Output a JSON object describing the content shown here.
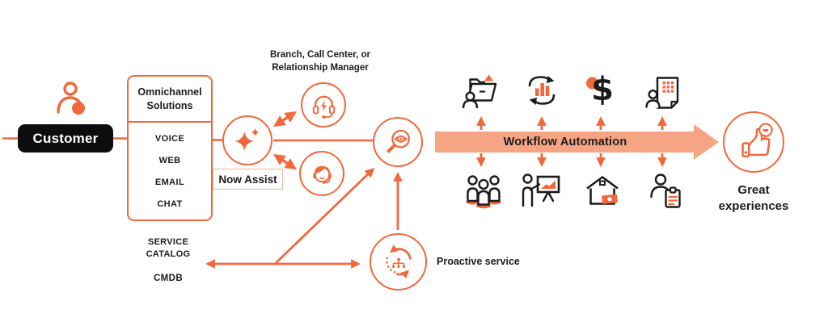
{
  "colors": {
    "orange": "#F0683C",
    "banner_fill": "#F5A583",
    "pill_background": "#0D0D0D",
    "text": "#1B1B1B",
    "now_assist_border": "#F4B49A"
  },
  "nodes": {
    "customer": {
      "label": "Customer"
    },
    "omnichannel": {
      "title_line1": "Omnichannel",
      "title_line2": "Solutions",
      "channels": [
        "VOICE",
        "WEB",
        "EMAIL",
        "CHAT"
      ]
    },
    "now_assist": {
      "label": "Now Assist"
    },
    "branch": {
      "line1": "Branch, Call Center, or",
      "line2": "Relationship Manager"
    },
    "workflow": {
      "label": "Workflow Automation"
    },
    "service_catalog": {
      "line1": "SERVICE",
      "line2": "CATALOG"
    },
    "cmdb": {
      "label": "CMDB"
    },
    "proactive": {
      "label": "Proactive service"
    },
    "outcome": {
      "line1": "Great",
      "line2": "experiences"
    }
  },
  "icons": {
    "customer": "person-icon",
    "now_assist": "sparkle-icon",
    "virtual_agent": "headset-lightning-icon",
    "live_agent": "agent-headset-icon",
    "insight": "eye-magnifier-icon",
    "workflow_top": [
      "folder-person-icon",
      "chart-sync-icon",
      "dollar-icon",
      "building-person-icon"
    ],
    "workflow_bottom": [
      "people-group-icon",
      "presenter-chart-icon",
      "house-money-icon",
      "person-clipboard-icon"
    ],
    "proactive": "cycle-org-icon",
    "outcome": "thumbs-up-bubble-icon"
  }
}
